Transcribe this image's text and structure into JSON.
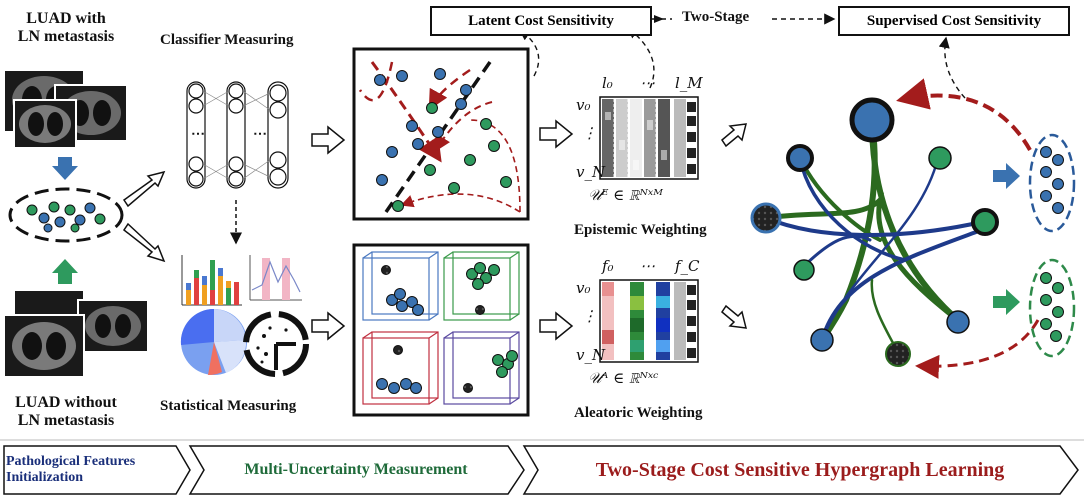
{
  "titles": {
    "with_ln": [
      "LUAD with",
      "LN metastasis"
    ],
    "without_ln": [
      "LUAD without",
      "LN metastasis"
    ],
    "classifier": "Classifier Measuring",
    "statistical": "Statistical Measuring",
    "epistemic": "Epistemic Weighting",
    "aleatoric": "Aleatoric Weighting"
  },
  "top_boxes": {
    "latent": "Latent Cost Sensitivity",
    "two_stage": "Two-Stage",
    "supervised": "Supervised Cost Sensitivity"
  },
  "matrices": {
    "epistemic": {
      "col_first": "l₀",
      "col_dots": "⋯",
      "col_last": "l_M",
      "row_first": "v₀",
      "row_dots": "⋮",
      "row_last": "v_N",
      "formula": "𝒰ᴱ ∈ ℝᴺˣᴹ"
    },
    "aleatoric": {
      "col_first": "f₀",
      "col_dots": "⋯",
      "col_last": "f_C",
      "row_first": "v₀",
      "row_dots": "⋮",
      "row_last": "v_N",
      "formula": "𝒰ᴬ ∈ ℝᴺˣᶜ"
    }
  },
  "stages": [
    {
      "label": "Pathological Features Initialization",
      "color": "#1a2f7a"
    },
    {
      "label": "Multi-Uncertainty Measurement",
      "color": "#1f6b3a"
    },
    {
      "label": "Two-Stage Cost Sensitive Hypergraph Learning",
      "color": "#9b1c1c"
    }
  ],
  "colors": {
    "blue_node": "#3a72b0",
    "green_node": "#2e9a5e",
    "dark_red": "#a31c1c",
    "dark_green": "#2b6a1f",
    "dark_blue": "#1e3a8a"
  }
}
